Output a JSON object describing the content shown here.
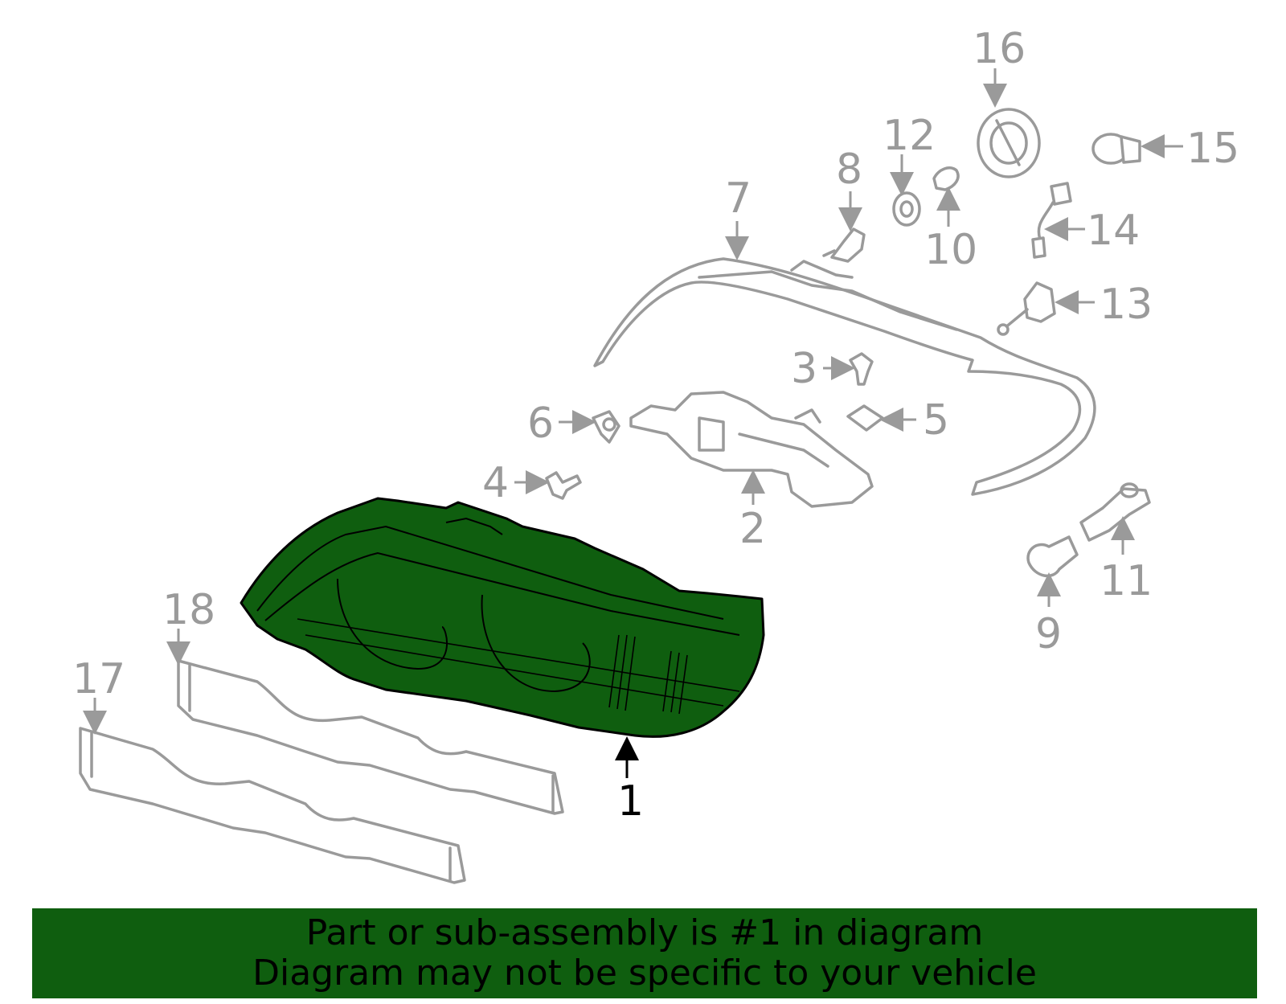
{
  "colors": {
    "highlight": "#0f5e0f",
    "part_gray": "#9a9a9a",
    "banner_bg": "#0f5e0f",
    "text_dark": "#000000"
  },
  "callouts": {
    "c1": "1",
    "c2": "2",
    "c3": "3",
    "c4": "4",
    "c5": "5",
    "c6": "6",
    "c7": "7",
    "c8": "8",
    "c9": "9",
    "c10": "10",
    "c11": "11",
    "c12": "12",
    "c13": "13",
    "c14": "14",
    "c15": "15",
    "c16": "16",
    "c17": "17",
    "c18": "18"
  },
  "banner": {
    "line1": "Part or sub-assembly is #1 in diagram",
    "line2": "Diagram may not be specific to your vehicle"
  }
}
